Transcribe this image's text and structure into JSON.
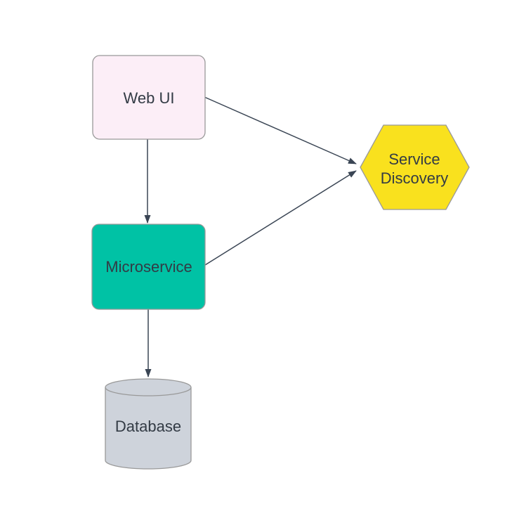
{
  "page": {
    "background": "#ffffff"
  },
  "diagram": {
    "nodes": {
      "web_ui": {
        "label": "Web UI",
        "shape": "rounded-rectangle",
        "fill": "#fceef7",
        "stroke": "#999999"
      },
      "microservice": {
        "label": "Microservice",
        "shape": "rounded-rectangle",
        "fill": "#00c2a5",
        "stroke": "#999999"
      },
      "service_discovery": {
        "label_lines": [
          "Service",
          "Discovery"
        ],
        "shape": "hexagon",
        "fill": "#f9e11e",
        "stroke": "#999999"
      },
      "database": {
        "label": "Database",
        "shape": "cylinder",
        "fill": "#ced3db",
        "stroke": "#999999"
      }
    },
    "edges": [
      {
        "from": "web_ui",
        "to": "microservice"
      },
      {
        "from": "web_ui",
        "to": "service_discovery"
      },
      {
        "from": "microservice",
        "to": "service_discovery"
      },
      {
        "from": "microservice",
        "to": "database"
      }
    ],
    "colors": {
      "edge": "#3a4554",
      "text": "#333b45",
      "node_border": "#999999"
    }
  }
}
